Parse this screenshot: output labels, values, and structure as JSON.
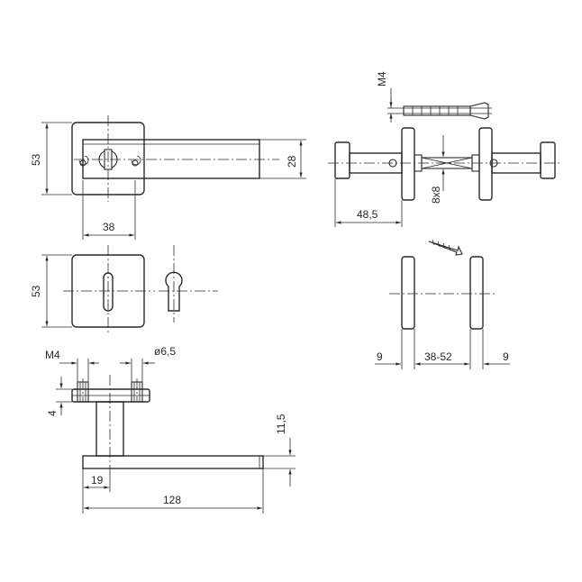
{
  "dimensions": {
    "rose_height": "53",
    "handle_height": "28",
    "rose_width": "38",
    "escutcheon_height": "53",
    "screw_thread": "M4",
    "hole_diameter": "ø6,5",
    "rose_thickness": "4",
    "handle_offset": "11,5",
    "grip_start": "19",
    "handle_length": "128",
    "screw_label": "M4",
    "side_projection": "48,5",
    "spindle": "8x8",
    "door_min_side": "9",
    "door_thickness": "38-52",
    "door_max_side": "9"
  }
}
